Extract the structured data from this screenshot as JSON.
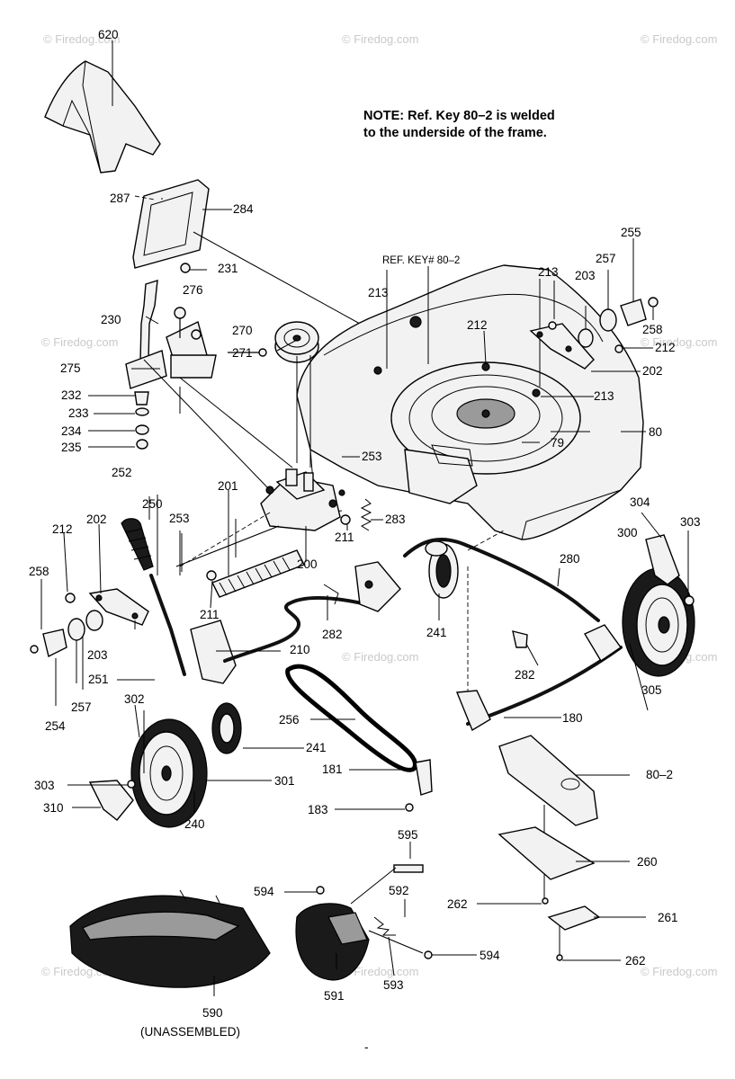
{
  "note": {
    "line1": "NOTE: Ref. Key 80–2 is welded",
    "line2": "to the underside of the frame."
  },
  "ref_key": "REF. KEY# 80–2",
  "watermark": "© Firedog.com",
  "footer_mark": "-",
  "callouts": [
    {
      "id": "c620",
      "text": "620"
    },
    {
      "id": "c287",
      "text": "287"
    },
    {
      "id": "c284",
      "text": "284"
    },
    {
      "id": "c231",
      "text": "231"
    },
    {
      "id": "c276",
      "text": "276"
    },
    {
      "id": "c230",
      "text": "230"
    },
    {
      "id": "c270",
      "text": "270"
    },
    {
      "id": "c271",
      "text": "271"
    },
    {
      "id": "c275",
      "text": "275"
    },
    {
      "id": "c232",
      "text": "232"
    },
    {
      "id": "c233",
      "text": "233"
    },
    {
      "id": "c234",
      "text": "234"
    },
    {
      "id": "c235",
      "text": "235"
    },
    {
      "id": "c213a",
      "text": "213"
    },
    {
      "id": "c213b",
      "text": "213"
    },
    {
      "id": "c213c",
      "text": "213"
    },
    {
      "id": "c212a",
      "text": "212"
    },
    {
      "id": "c212b",
      "text": "212"
    },
    {
      "id": "c212c",
      "text": "212"
    },
    {
      "id": "c203a",
      "text": "203"
    },
    {
      "id": "c203b",
      "text": "203"
    },
    {
      "id": "c257a",
      "text": "257"
    },
    {
      "id": "c257b",
      "text": "257"
    },
    {
      "id": "c255",
      "text": "255"
    },
    {
      "id": "c258a",
      "text": "258"
    },
    {
      "id": "c258b",
      "text": "258"
    },
    {
      "id": "c202a",
      "text": "202"
    },
    {
      "id": "c202b",
      "text": "202"
    },
    {
      "id": "c80",
      "text": "80"
    },
    {
      "id": "c79",
      "text": "79"
    },
    {
      "id": "c253a",
      "text": "253"
    },
    {
      "id": "c253b",
      "text": "253"
    },
    {
      "id": "c252",
      "text": "252"
    },
    {
      "id": "c250",
      "text": "250"
    },
    {
      "id": "c201",
      "text": "201"
    },
    {
      "id": "c283",
      "text": "283"
    },
    {
      "id": "c211a",
      "text": "211"
    },
    {
      "id": "c211b",
      "text": "211"
    },
    {
      "id": "c200",
      "text": "200"
    },
    {
      "id": "c304",
      "text": "304"
    },
    {
      "id": "c303a",
      "text": "303"
    },
    {
      "id": "c303b",
      "text": "303"
    },
    {
      "id": "c300",
      "text": "300"
    },
    {
      "id": "c280",
      "text": "280"
    },
    {
      "id": "c254",
      "text": "254"
    },
    {
      "id": "c282a",
      "text": "282"
    },
    {
      "id": "c282b",
      "text": "282"
    },
    {
      "id": "c241a",
      "text": "241"
    },
    {
      "id": "c241b",
      "text": "241"
    },
    {
      "id": "c210",
      "text": "210"
    },
    {
      "id": "c251",
      "text": "251"
    },
    {
      "id": "c305",
      "text": "305"
    },
    {
      "id": "c302",
      "text": "302"
    },
    {
      "id": "c256",
      "text": "256"
    },
    {
      "id": "c180",
      "text": "180"
    },
    {
      "id": "c181",
      "text": "181"
    },
    {
      "id": "c80_2",
      "text": "80–2"
    },
    {
      "id": "c301",
      "text": "301"
    },
    {
      "id": "c310",
      "text": "310"
    },
    {
      "id": "c240",
      "text": "240"
    },
    {
      "id": "c183",
      "text": "183"
    },
    {
      "id": "c595",
      "text": "595"
    },
    {
      "id": "c260",
      "text": "260"
    },
    {
      "id": "c594a",
      "text": "594"
    },
    {
      "id": "c594b",
      "text": "594"
    },
    {
      "id": "c592",
      "text": "592"
    },
    {
      "id": "c262a",
      "text": "262"
    },
    {
      "id": "c262b",
      "text": "262"
    },
    {
      "id": "c261",
      "text": "261"
    },
    {
      "id": "c593",
      "text": "593"
    },
    {
      "id": "c591",
      "text": "591"
    },
    {
      "id": "c590",
      "text": "590"
    },
    {
      "id": "c_unassembled",
      "text": "(UNASSEMBLED)"
    }
  ]
}
